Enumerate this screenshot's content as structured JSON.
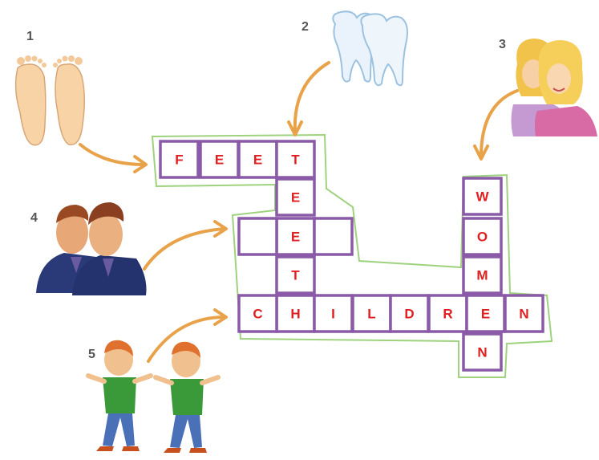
{
  "clues": [
    {
      "number": "1",
      "icon": "feet-icon"
    },
    {
      "number": "2",
      "icon": "teeth-icon"
    },
    {
      "number": "3",
      "icon": "women-icon"
    },
    {
      "number": "4",
      "icon": "men-icon"
    },
    {
      "number": "5",
      "icon": "children-icon"
    }
  ],
  "answers": {
    "feet": [
      "F",
      "E",
      "E",
      "T"
    ],
    "teeth": [
      "T",
      "E",
      "E",
      "T",
      "H"
    ],
    "women": [
      "W",
      "O",
      "M",
      "E",
      "N"
    ],
    "children": [
      "C",
      "H",
      "I",
      "L",
      "D",
      "R",
      "E",
      "N"
    ],
    "men": [
      "",
      "",
      "",
      ""
    ]
  },
  "colors": {
    "cell_border": "#8a5aa8",
    "letter": "#e02020",
    "arrow": "#e8a34a",
    "shadow": "#9fd27e"
  }
}
